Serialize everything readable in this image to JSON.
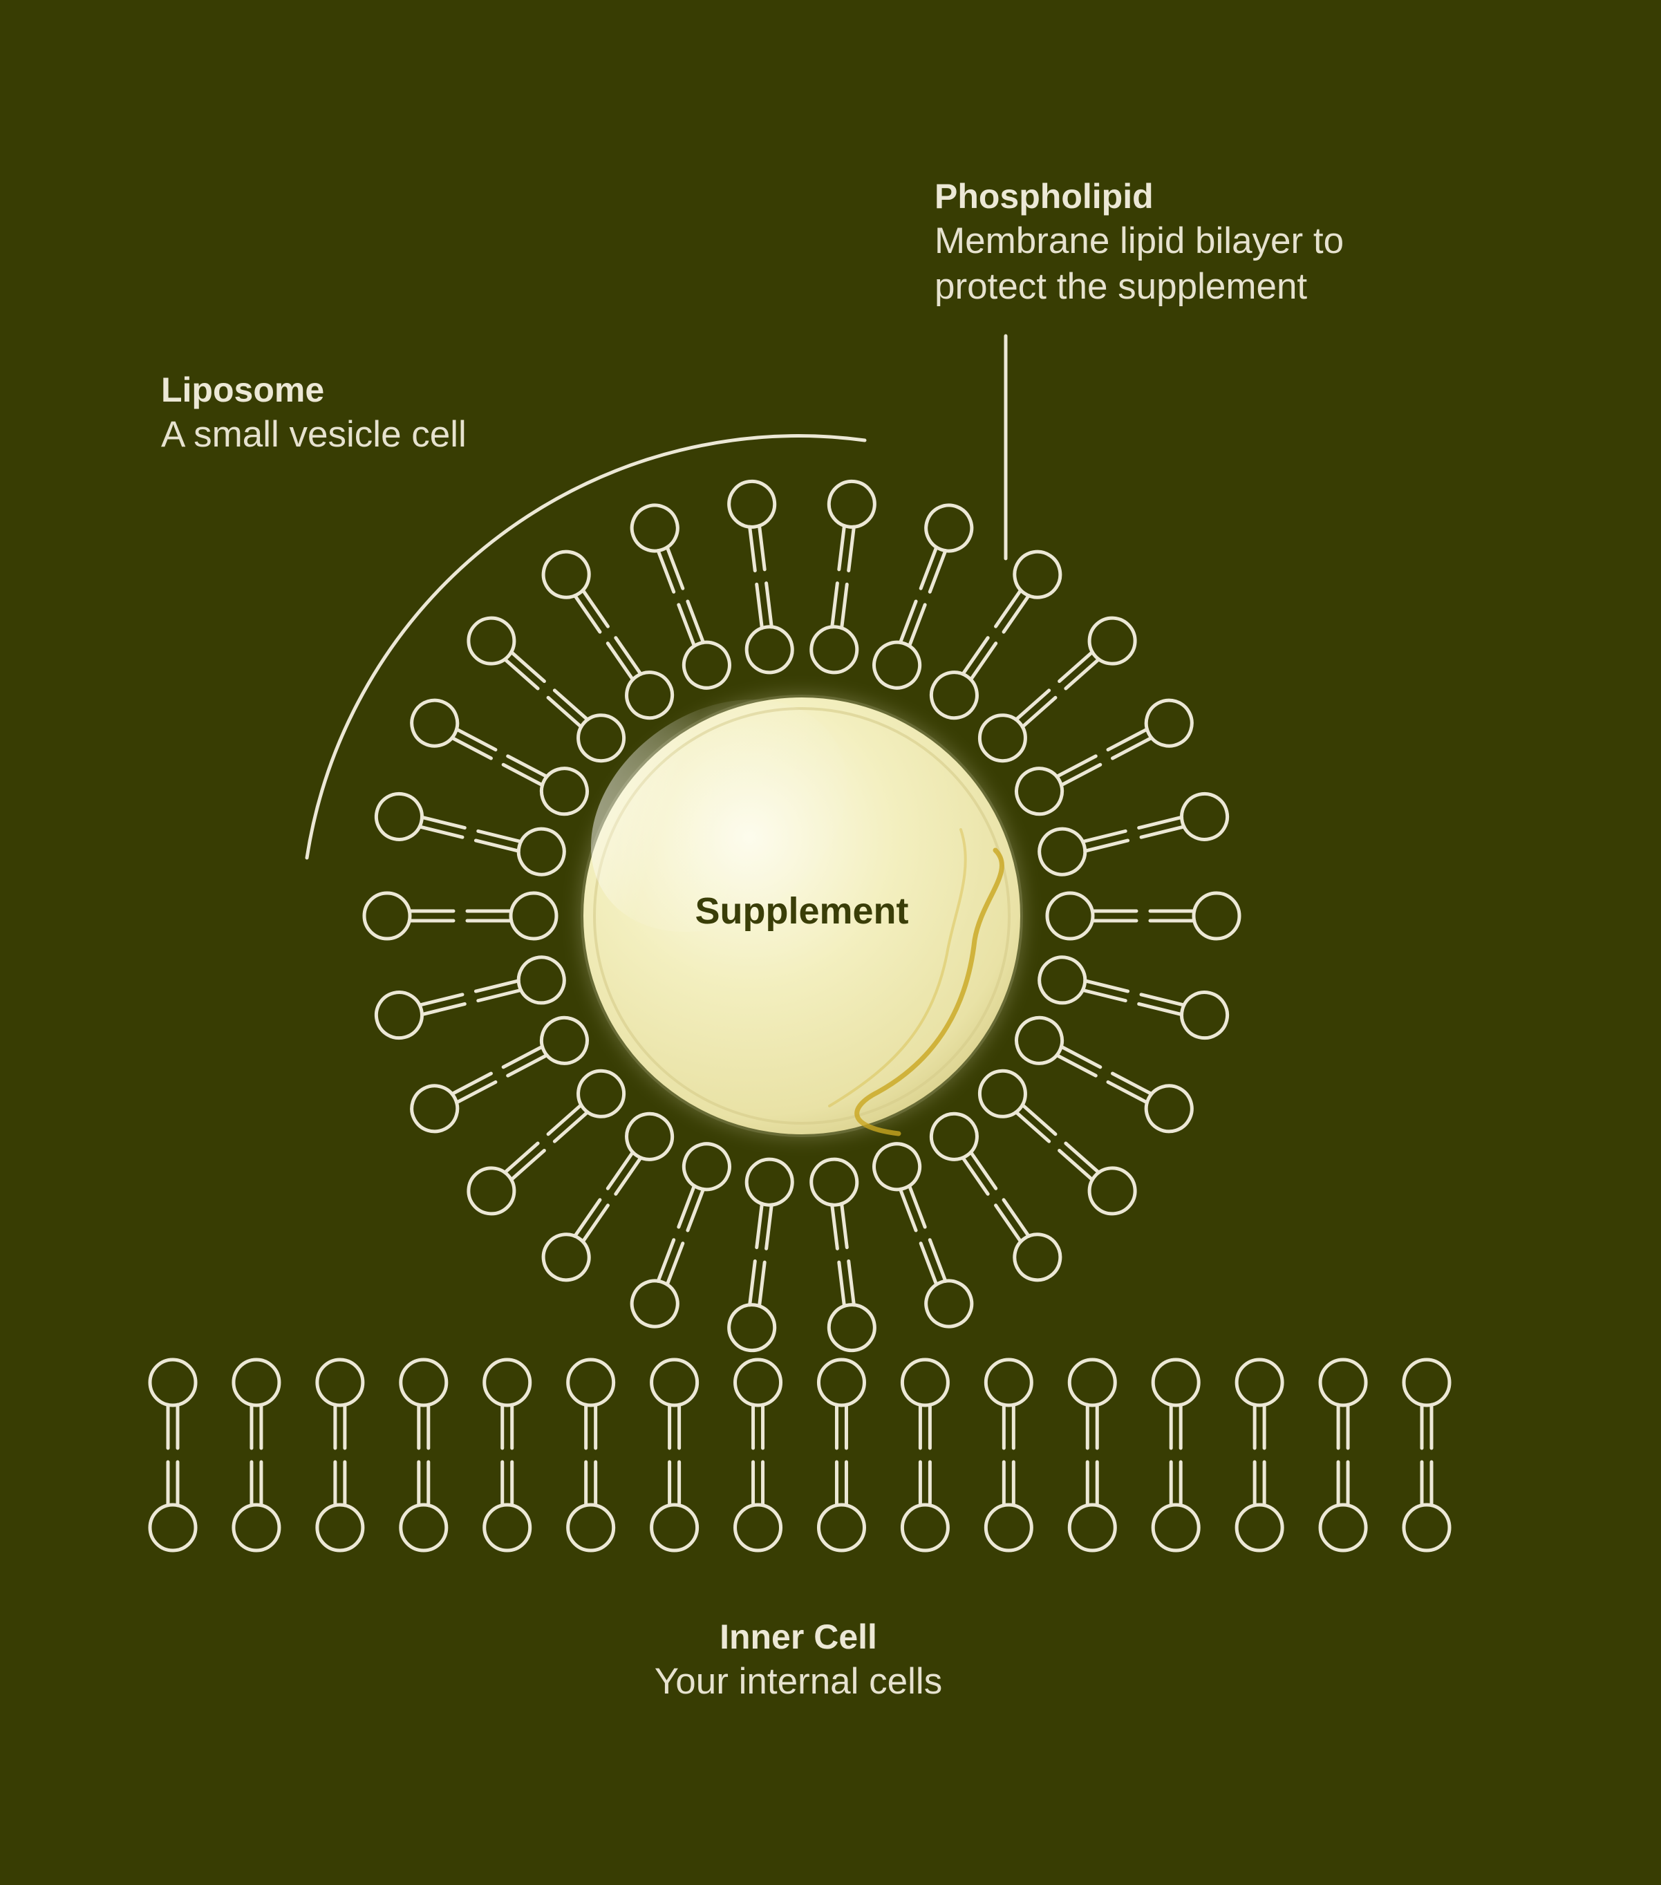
{
  "colors": {
    "background": "#383d03",
    "stroke": "#ece8d6",
    "sphere_light": "#fbf9e4",
    "sphere_mid": "#f0ecb8",
    "sphere_gold": "#c9a620",
    "supplement_text": "#3a3e08"
  },
  "phospholipid": {
    "title": "Phospholipid",
    "description_line1": "Membrane lipid bilayer to",
    "description_line2": "protect the supplement"
  },
  "liposome": {
    "title": "Liposome",
    "description": "A small vesicle cell"
  },
  "supplement": {
    "label": "Supplement"
  },
  "inner_cell": {
    "title": "Inner Cell",
    "description": "Your internal cells"
  },
  "diagram": {
    "radial_phospholipid_count": 26,
    "bilayer_column_count": 16
  }
}
